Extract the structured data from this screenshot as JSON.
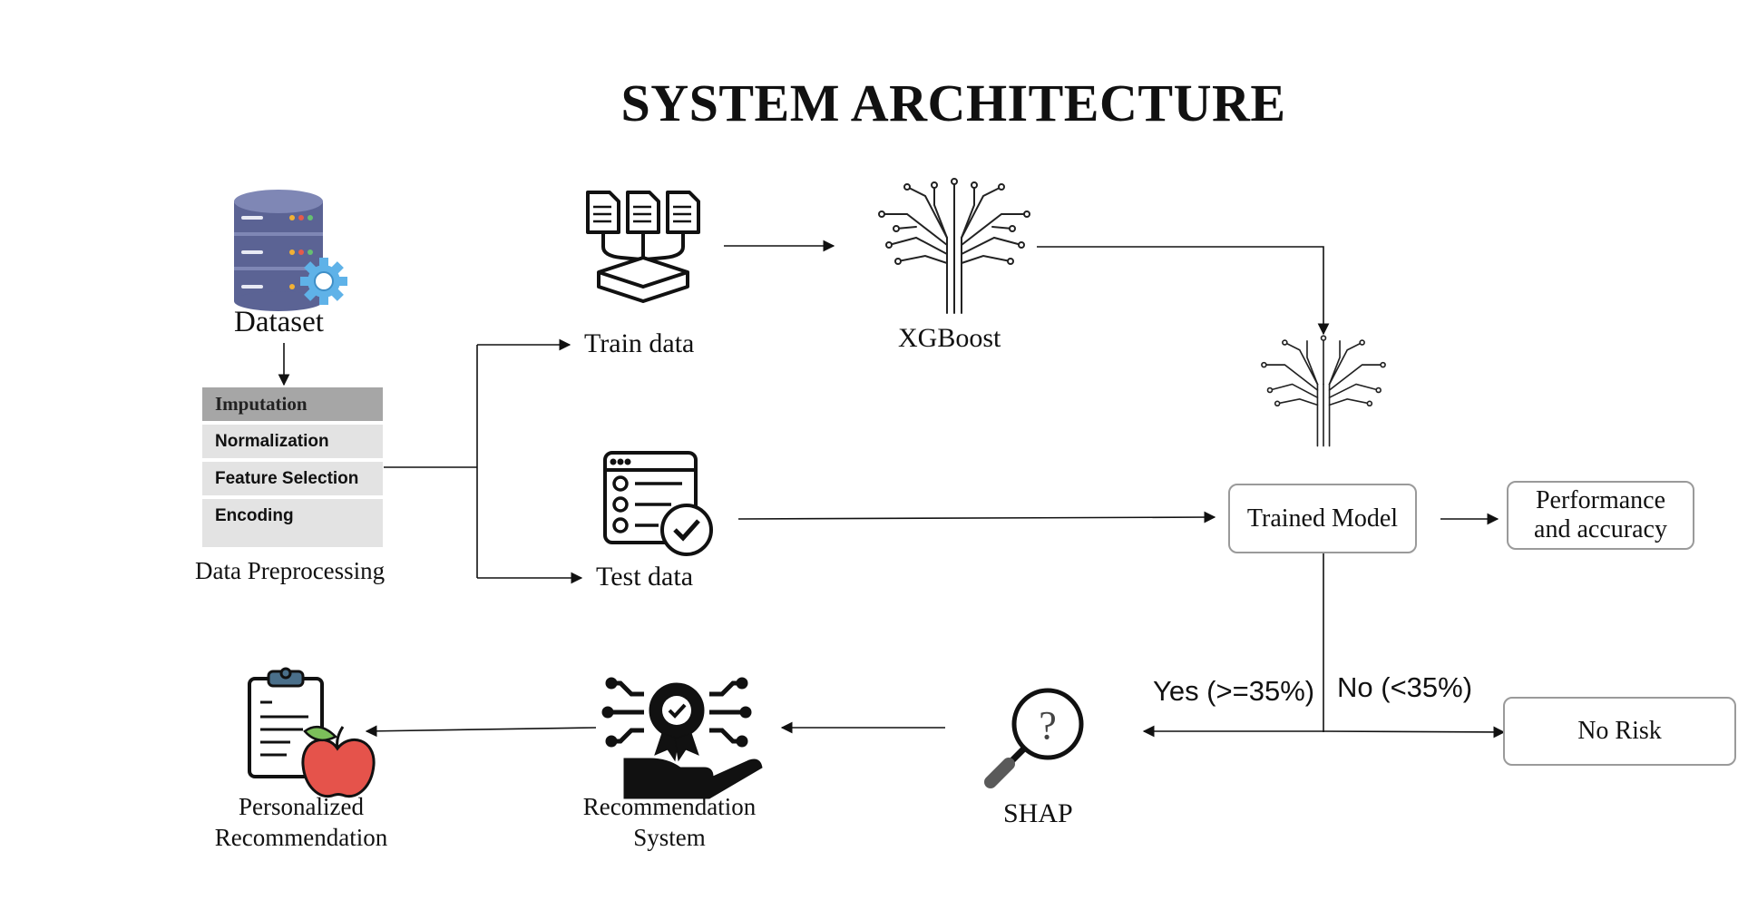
{
  "title": "SYSTEM ARCHITECTURE",
  "nodes": {
    "dataset": "Dataset",
    "preprocessing": {
      "steps": [
        "Imputation",
        "Normalization",
        "Feature Selection",
        "Encoding"
      ],
      "label": "Data Preprocessing"
    },
    "train_data": "Train data",
    "test_data": "Test data",
    "xgboost": "XGBoost",
    "trained_model": "Trained Model",
    "performance": "Performance and accuracy",
    "no_risk": "No Risk",
    "shap": "SHAP",
    "recommendation_system": "Recommendation System",
    "personalized_recommendation": "Personalized Recommendation"
  },
  "branches": {
    "yes": "Yes (>=35%)",
    "no": "No (<35%)"
  },
  "icons": {
    "dataset": "database-gear-icon",
    "train_data": "documents-split-icon",
    "test_data": "checklist-icon",
    "xgboost": "circuit-tree-icon",
    "trained_model": "circuit-tree-icon",
    "shap": "magnifier-question-icon",
    "recommendation_system": "hand-badge-icon",
    "personalized_recommendation": "clipboard-apple-icon"
  },
  "colors": {
    "database": "#5b6394",
    "gear": "#5fb2e8",
    "header_step": "#a6a6a6",
    "step": "#e3e3e3",
    "apple": "#e5534b",
    "board": "#4a6f8a"
  }
}
